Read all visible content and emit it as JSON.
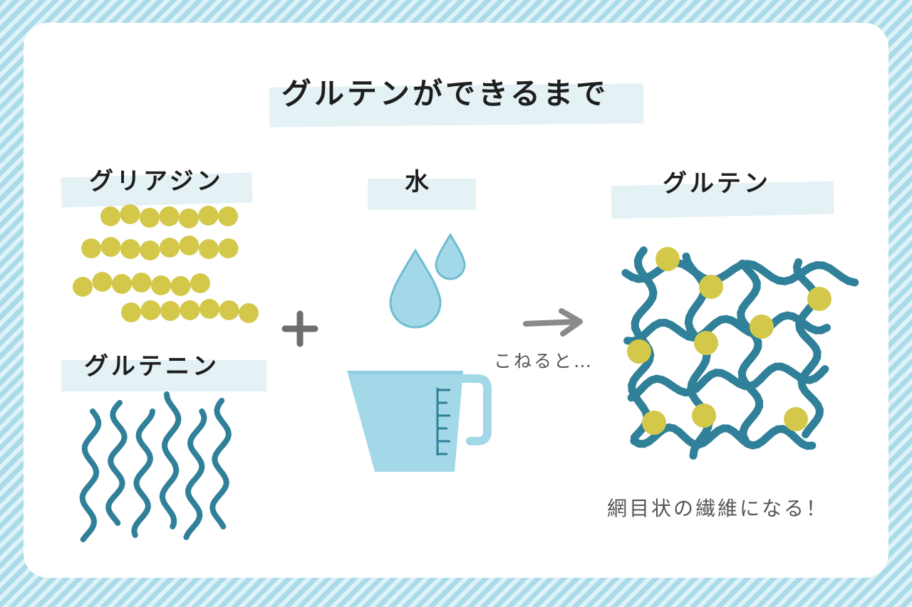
{
  "title": "グルテンができるまで",
  "gliadin_label": "グリアジン",
  "glutenin_label": "グルテニン",
  "water_label": "水",
  "gluten_label": "グルテン",
  "knead_note": "こねると…",
  "result_note": "網目状の繊維になる！",
  "colors": {
    "frame_stripe": "#a9dbe9",
    "tape": "#e4f1f5",
    "gliadin_dot": "#d4c84a",
    "glutenin_strand": "#2f8098",
    "water": "#a3d8e8",
    "arrow": "#8a8a8a"
  },
  "icons": [
    "plus-icon",
    "water-drops-icon",
    "measuring-cup-icon",
    "arrow-right-icon"
  ]
}
